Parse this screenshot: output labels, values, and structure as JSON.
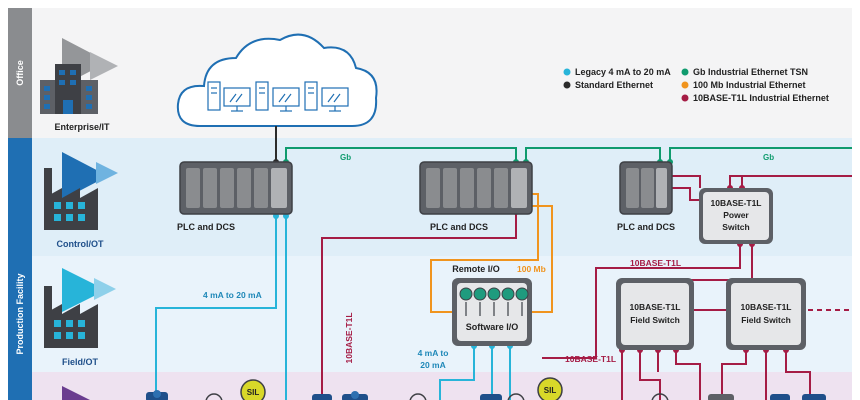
{
  "sidebar": {
    "office": "Office",
    "production": "Production Facility"
  },
  "tiers": {
    "enterprise": "Enterprise/IT",
    "control": "Control/OT",
    "field": "Field/OT"
  },
  "legend": {
    "legacy": "Legacy 4 mA to 20 mA",
    "standard": "Standard Ethernet",
    "gb_tsn": "Gb Industrial Ethernet TSN",
    "mb100": "100 Mb Industrial Ethernet",
    "t1l": "10BASE-T1L Industrial Ethernet"
  },
  "colors": {
    "legacy": "#27b4d9",
    "standard": "#2b2b2b",
    "gb_tsn": "#0f9b6e",
    "mb100": "#f0941e",
    "t1l": "#a51c45"
  },
  "devices": {
    "plc1": "PLC and DCS",
    "plc2": "PLC and DCS",
    "plc3": "PLC and DCS",
    "power_switch": [
      "10BASE-T1L",
      "Power",
      "Switch"
    ],
    "field_switch1": [
      "10BASE-T1L",
      "Field Switch"
    ],
    "field_switch2": [
      "10BASE-T1L",
      "Field Switch"
    ],
    "remote_io": "Remote I/O",
    "software_io": "Software I/O"
  },
  "links": {
    "gb_left": "Gb",
    "gb_right": "Gb",
    "mb100": "100 Mb",
    "ma_left": "4 mA to 20 mA",
    "ma_mid": [
      "4 mA to",
      "20 mA"
    ],
    "t1l_vertical": "10BASE-T1L",
    "t1l_top": "10BASE-T1L",
    "t1l_bottom": "10BASE-T1L"
  },
  "badges": {
    "sil1": "SIL",
    "sil2": "SIL"
  },
  "icons": [
    "cloud-icon",
    "server-icon",
    "monitor-icon",
    "office-building-icon",
    "factory-icon",
    "plc-icon",
    "switch-icon",
    "field-instrument-icon",
    "sil-badge-icon"
  ]
}
